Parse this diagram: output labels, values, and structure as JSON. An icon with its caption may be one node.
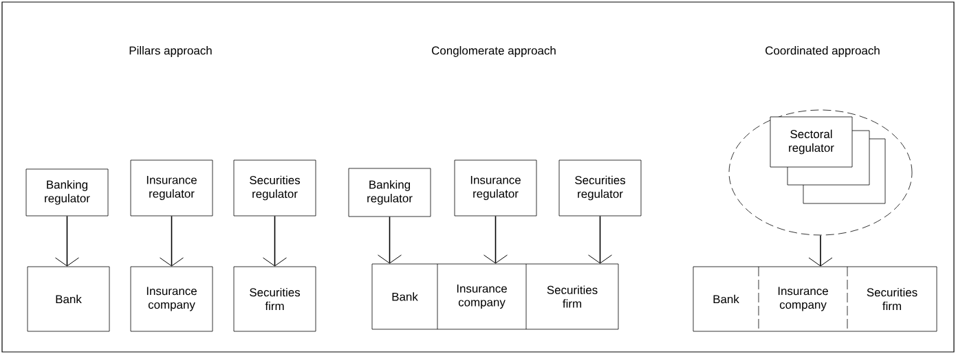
{
  "diagram": {
    "nodes": [
      {
        "text": [
          "Banking regulator"
        ]
      },
      {
        "text": [
          "Insurance regulator"
        ]
      },
      {
        "text": [
          "Securities regulator"
        ]
      },
      {
        "text": [
          "Bank"
        ]
      },
      {
        "text": [
          "Insurance company"
        ]
      },
      {
        "text": [
          "Securities firm"
        ]
      },
      {
        "text": [
          "Banking regulator"
        ]
      },
      {
        "text": [
          "Insurance regulator"
        ]
      },
      {
        "text": [
          "Securities regulator"
        ]
      },
      {
        "text": [],
        "shape": "box"
      },
      {
        "text": [
          "Bank"
        ],
        "in": 9
      },
      {
        "text": [
          "Insurance company"
        ],
        "in": 9
      },
      {
        "text": [
          "Securities firm"
        ],
        "in": 9
      },
      {
        "text": [],
        "shape": "ellipse"
      },
      {
        "text": [],
        "shape": "box",
        "in": 13
      },
      {
        "text": [],
        "shape": "box",
        "in": 13
      },
      {
        "text": [
          "Sectoral regulator"
        ],
        "in": 13
      },
      {
        "text": [],
        "shape": "box"
      },
      {
        "text": [
          "Bank"
        ],
        "in": 17
      },
      {
        "text": [
          "Insurance company"
        ],
        "in": 17
      },
      {
        "text": [
          "Securities firm"
        ],
        "in": 17
      }
    ],
    "edges": [
      {
        "from": 0,
        "to": 3,
        "arrow": "to"
      },
      {
        "from": 1,
        "to": 4,
        "arrow": "to"
      },
      {
        "from": 2,
        "to": 5,
        "arrow": "to"
      },
      {
        "from": 6,
        "to": 10,
        "arrow": "to"
      },
      {
        "from": 7,
        "to": 11,
        "arrow": "to"
      },
      {
        "from": 8,
        "to": 12,
        "arrow": "to"
      },
      {
        "from": 13,
        "to": 17,
        "arrow": "to"
      }
    ],
    "labels": [
      "Pillars approach",
      "Conglomerate approach",
      "Coordinated approach"
    ]
  }
}
